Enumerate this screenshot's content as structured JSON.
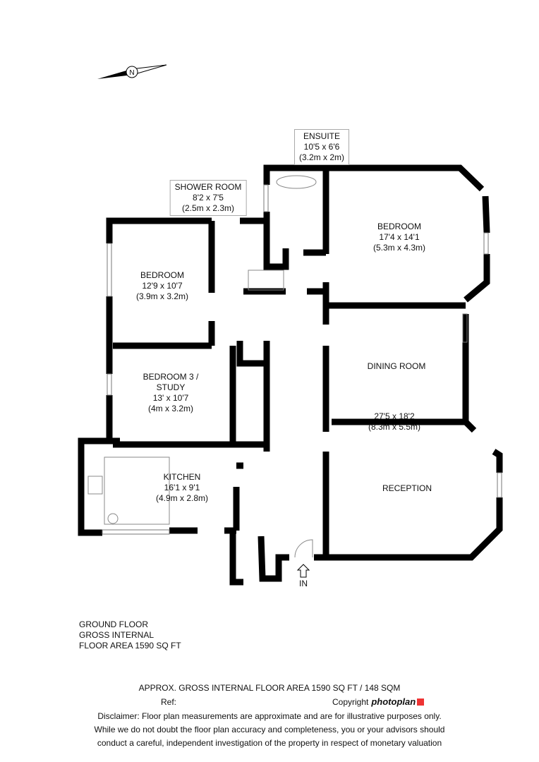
{
  "compass": {
    "label": "N"
  },
  "rooms": [
    {
      "name": "ENSUITE",
      "imperial": "10'5 x 6'6",
      "metric": "(3.2m x 2m)"
    },
    {
      "name": "SHOWER ROOM",
      "imperial": "8'2 x 7'5",
      "metric": "(2.5m x 2.3m)"
    },
    {
      "name": "BEDROOM",
      "imperial": "17'4 x 14'1",
      "metric": "(5.3m x 4.3m)"
    },
    {
      "name": "BEDROOM",
      "imperial": "12'9 x 10'7",
      "metric": "(3.9m x 3.2m)"
    },
    {
      "name": "BEDROOM 3 / STUDY",
      "name_line1": "BEDROOM 3 /",
      "name_line2": "STUDY",
      "imperial": "13' x 10'7",
      "metric": "(4m x 3.2m)"
    },
    {
      "name": "DINING ROOM"
    },
    {
      "name": "RECEPTION",
      "imperial": "27'5 x 18'2",
      "metric": "(8.3m x 5.5m)"
    },
    {
      "name": "KITCHEN",
      "imperial": "16'1 x 9'1",
      "metric": "(4.9m x 2.8m)"
    }
  ],
  "entrance": "IN",
  "floor_summary": [
    "GROUND FLOOR",
    "GROSS INTERNAL",
    "FLOOR AREA 1590 SQ FT"
  ],
  "footer": {
    "area": "APPROX. GROSS INTERNAL FLOOR AREA 1590 SQ FT / 148 SQM",
    "ref": "Ref:",
    "copyright": "Copyright",
    "brand": "photoplan",
    "disclaimer": [
      "Disclaimer: Floor plan measurements are approximate and are for illustrative purposes only.",
      "While we do not doubt the floor plan accuracy and completeness, you or your advisors should",
      "conduct a careful, independent investigation of the property in respect of monetary valuation"
    ]
  },
  "colors": {
    "wall": "#000000",
    "logo": "#e33333"
  }
}
